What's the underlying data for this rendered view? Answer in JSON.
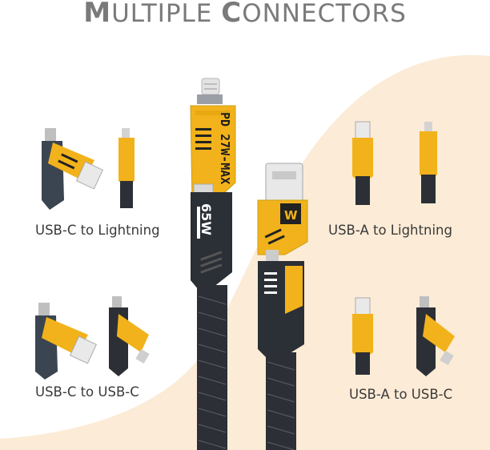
{
  "title": {
    "lead1": "M",
    "rest1": "ULTIPLE ",
    "lead2": "C",
    "rest2": "ONNECTORS"
  },
  "cable_text": {
    "spec": "PD 27W-MAX",
    "watt": "65W"
  },
  "labels": {
    "usbc_lightning": "USB-C to Lightning",
    "usba_lightning": "USB-A to Lightning",
    "usbc_usbc": "USB-C to USB-C",
    "usba_usbc": "USB-A to USB-C"
  },
  "colors": {
    "accent": "#F2B21B",
    "cable": "#2b2f36",
    "blob": "#FCEBD6",
    "title": "#7a7a7a"
  }
}
